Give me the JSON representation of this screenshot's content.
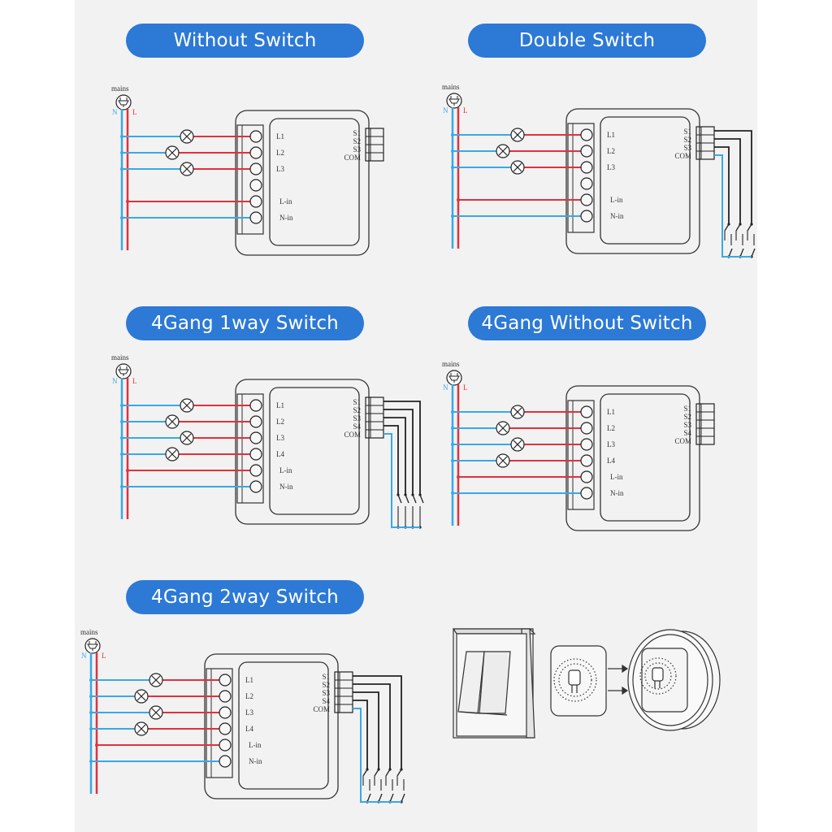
{
  "colors": {
    "panel_bg": "#f2f2f2",
    "title_pill": "#2c79d6",
    "neutral_wire": "#3aa8e6",
    "live_wire": "#e0323c",
    "switch_wire": "#222222",
    "outline": "#333333"
  },
  "mains_label": "mains",
  "neutral_label": "N",
  "live_label": "L",
  "diagrams": [
    {
      "id": "without-switch",
      "title": "Without Switch",
      "outputs": [
        "L1",
        "L2",
        "L3"
      ],
      "spare_terminal": true,
      "inputs": [
        "L-in",
        "N-in"
      ],
      "switch_terminals": [
        "S1",
        "S2",
        "S3",
        "COM"
      ],
      "external_switches": 0,
      "switch_type": "none"
    },
    {
      "id": "double-switch",
      "title": "Double Switch",
      "outputs": [
        "L1",
        "L2",
        "L3"
      ],
      "spare_terminal": true,
      "inputs": [
        "L-in",
        "N-in"
      ],
      "switch_terminals": [
        "S1",
        "S2",
        "S3",
        "COM"
      ],
      "external_switches": 3,
      "switch_type": "2way"
    },
    {
      "id": "4gang-1way",
      "title": "4Gang 1way Switch",
      "outputs": [
        "L1",
        "L2",
        "L3",
        "L4"
      ],
      "spare_terminal": false,
      "inputs": [
        "L-in",
        "N-in"
      ],
      "switch_terminals": [
        "S1",
        "S2",
        "S3",
        "S4",
        "COM"
      ],
      "external_switches": 4,
      "switch_type": "1way"
    },
    {
      "id": "4gang-without-switch",
      "title": "4Gang Without Switch",
      "outputs": [
        "L1",
        "L2",
        "L3",
        "L4"
      ],
      "spare_terminal": false,
      "inputs": [
        "L-in",
        "N-in"
      ],
      "switch_terminals": [
        "S1",
        "S2",
        "S3",
        "S4",
        "COM"
      ],
      "external_switches": 0,
      "switch_type": "none"
    },
    {
      "id": "4gang-2way",
      "title": "4Gang 2way Switch",
      "outputs": [
        "L1",
        "L2",
        "L3",
        "L4"
      ],
      "spare_terminal": false,
      "inputs": [
        "L-in",
        "N-in"
      ],
      "switch_terminals": [
        "S1",
        "S2",
        "S3",
        "S4",
        "COM"
      ],
      "external_switches": 4,
      "switch_type": "2way"
    }
  ],
  "installation_illustration": {
    "items": [
      "wall-switch-2gang",
      "smart-module",
      "wall-box-with-module"
    ]
  }
}
